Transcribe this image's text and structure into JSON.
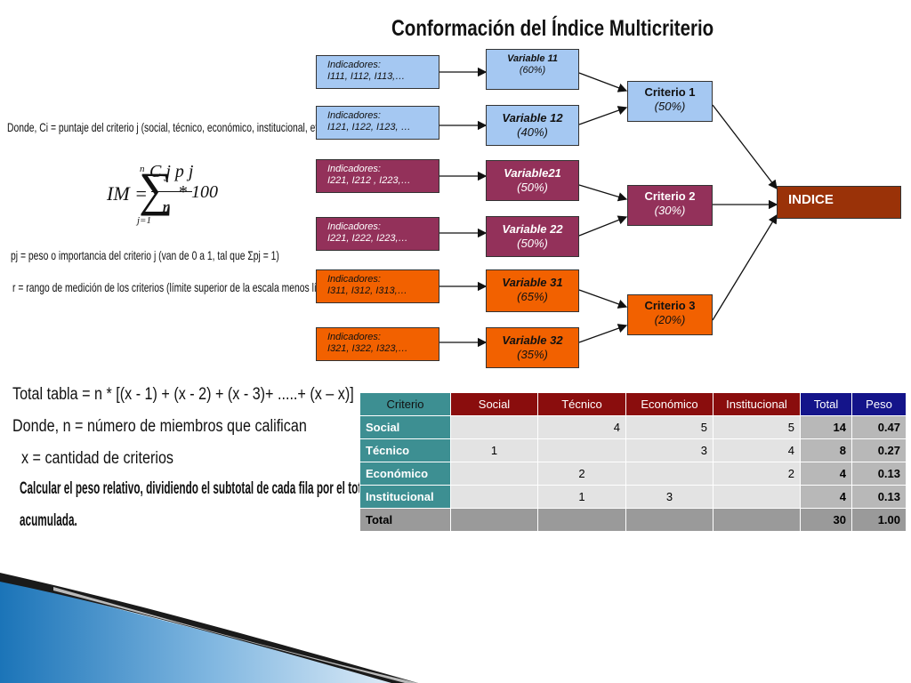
{
  "title": "Conformación del Índice Multicriterio",
  "colors": {
    "indicador_blue": "#a5c8f2",
    "criterio2_magenta": "#93315a",
    "criterio3_orange": "#f26100",
    "indice_brown": "#9a3208"
  },
  "left": {
    "donde_line": "Donde,   Ci = puntaje del criterio j (social, técnico, económico, institucional, etc.)",
    "formula_im": "IM =",
    "formula_sum": "∑",
    "formula_n": "n",
    "formula_j": "j=1",
    "formula_num": "C j p j",
    "formula_den": "r",
    "formula_mult": "* 100",
    "pj_line": "pj = peso o importancia del criterio j (van de 0 a 1, tal que Σpj = 1)",
    "r_line": "r =  rango de medición de los criterios (límite superior de la escala menos límite inferior)"
  },
  "bottom_left": {
    "total_tabla": "Total tabla = n * [(x - 1) + (x - 2) + (x - 3)+ .....+ (x – x)]",
    "donde_n": "Donde,   n = número de miembros que califican",
    "x_line": "x = cantidad de criterios",
    "calc_line1": "Calcular el peso relativo, dividiendo el subtotal de cada fila por el total de la matriz",
    "calc_line2": "acumulada."
  },
  "indicators": [
    {
      "label": "Indicadores:",
      "items": "I111, I112, I113,…"
    },
    {
      "label": "Indicadores:",
      "items": "I121,     I122,       I123,      …"
    },
    {
      "label": "Indicadores:",
      "items": "I221, I212 , I223,…"
    },
    {
      "label": "Indicadores:",
      "items": "I221, I222, I223,…"
    },
    {
      "label": "Indicadores:",
      "items": "I311, I312, I313,…"
    },
    {
      "label": "Indicadores:",
      "items": "I321, I322, I323,…"
    }
  ],
  "variables": [
    {
      "name": "Variable 11",
      "pct": "(60%)"
    },
    {
      "name": "Variable 12",
      "pct": "(40%)"
    },
    {
      "name": "Variable21",
      "pct": "(50%)"
    },
    {
      "name": "Variable 22",
      "pct": "(50%)"
    },
    {
      "name": "Variable 31",
      "pct": "(65%)"
    },
    {
      "name": "Variable 32",
      "pct": "(35%)"
    }
  ],
  "criterios": [
    {
      "name": "Criterio 1",
      "pct": "(50%)"
    },
    {
      "name": "Criterio 2",
      "pct": "(30%)"
    },
    {
      "name": "Criterio 3",
      "pct": "(20%)"
    }
  ],
  "indice": "INDICE",
  "table": {
    "headers": [
      "Criterio",
      "Social",
      "Técnico",
      "Económico",
      "Institucional",
      "Total",
      "Peso"
    ],
    "rows": [
      [
        "Social",
        "",
        "4",
        "5",
        "5",
        "14",
        "0.47"
      ],
      [
        "Técnico",
        "1",
        "",
        "3",
        "4",
        "8",
        "0.27"
      ],
      [
        "Económico",
        "",
        "2",
        "",
        "2",
        "4",
        "0.13"
      ],
      [
        "Institucional",
        "",
        "1",
        "3",
        "",
        "4",
        "0.13"
      ]
    ],
    "total_row": [
      "Total",
      "",
      "",
      "",
      "",
      "30",
      "1.00"
    ]
  }
}
